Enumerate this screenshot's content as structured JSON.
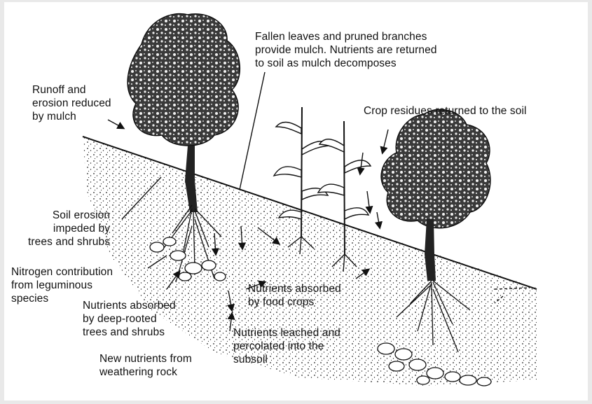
{
  "labels": {
    "mulch": "Fallen leaves and pruned branches\nprovide mulch. Nutrients are returned\nto soil as mulch decomposes",
    "runoff": "Runoff and\nerosion reduced\nby mulch",
    "crop_residues": "Crop residues returned to the soil",
    "soil_erosion": "Soil erosion\nimpeded by\ntrees and shrubs",
    "nitrogen": "Nitrogen contribution\nfrom leguminous\nspecies",
    "deep_rooted": "Nutrients absorbed\nby deep-rooted\ntrees and shrubs",
    "food_crops": "Nutrients absorbed\nby food crops",
    "leached": "Nutrients leached and\npercolated into the\nsubsoil",
    "weathering": "New nutrients from\nweathering rock"
  },
  "colors": {
    "ink": "#111111",
    "background": "#ffffff",
    "frame": "#e9e9e9"
  }
}
